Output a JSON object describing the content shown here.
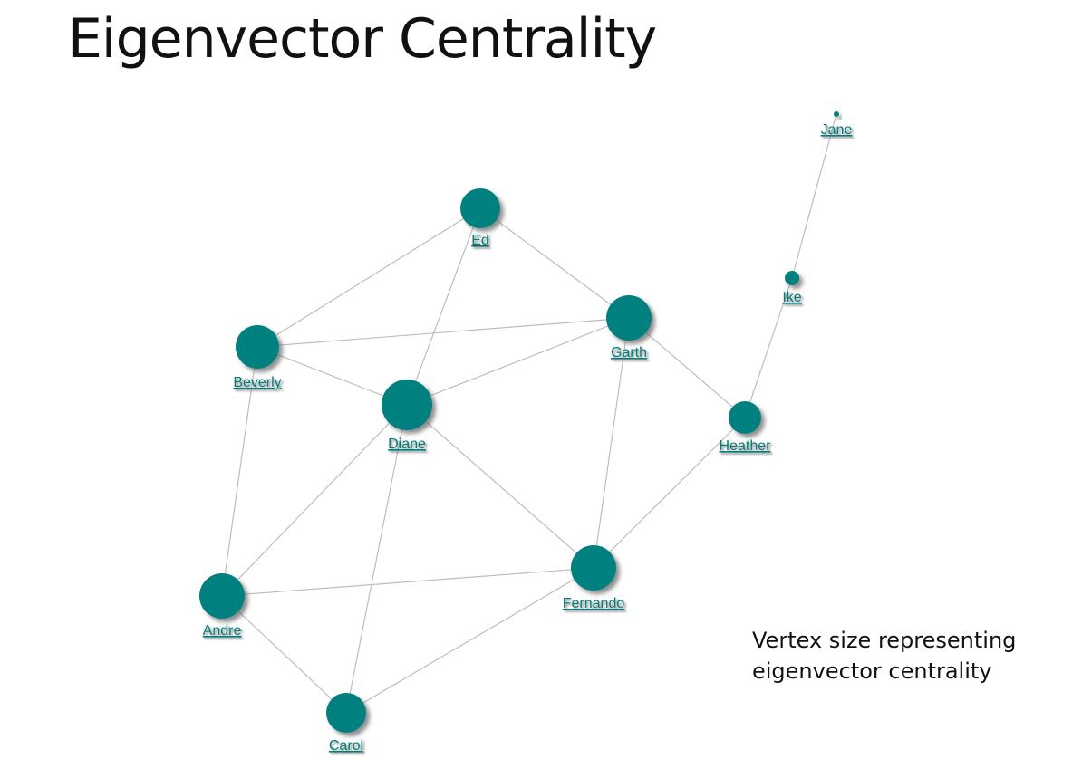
{
  "title": "Eigenvector Centrality",
  "caption": {
    "line1": "Vertex size representing",
    "line2": "eigenvector centrality"
  },
  "colors": {
    "node": "#00807f",
    "edge": "#bdbdbd",
    "label": "#007c7a",
    "shadow": "#555555"
  },
  "nodes": [
    {
      "id": "ed",
      "label": "Ed"
    },
    {
      "id": "jane",
      "label": "Jane"
    },
    {
      "id": "ike",
      "label": "Ike"
    },
    {
      "id": "garth",
      "label": "Garth"
    },
    {
      "id": "beverly",
      "label": "Beverly"
    },
    {
      "id": "diane",
      "label": "Diane"
    },
    {
      "id": "heather",
      "label": "Heather"
    },
    {
      "id": "fernando",
      "label": "Fernando"
    },
    {
      "id": "andre",
      "label": "Andre"
    },
    {
      "id": "carol",
      "label": "Carol"
    }
  ],
  "edges": [
    [
      "ed",
      "beverly"
    ],
    [
      "ed",
      "garth"
    ],
    [
      "ed",
      "diane"
    ],
    [
      "beverly",
      "garth"
    ],
    [
      "beverly",
      "diane"
    ],
    [
      "beverly",
      "andre"
    ],
    [
      "diane",
      "garth"
    ],
    [
      "diane",
      "andre"
    ],
    [
      "diane",
      "carol"
    ],
    [
      "diane",
      "fernando"
    ],
    [
      "garth",
      "fernando"
    ],
    [
      "garth",
      "heather"
    ],
    [
      "heather",
      "ike"
    ],
    [
      "ike",
      "jane"
    ],
    [
      "heather",
      "fernando"
    ],
    [
      "andre",
      "fernando"
    ],
    [
      "andre",
      "carol"
    ],
    [
      "carol",
      "fernando"
    ]
  ]
}
